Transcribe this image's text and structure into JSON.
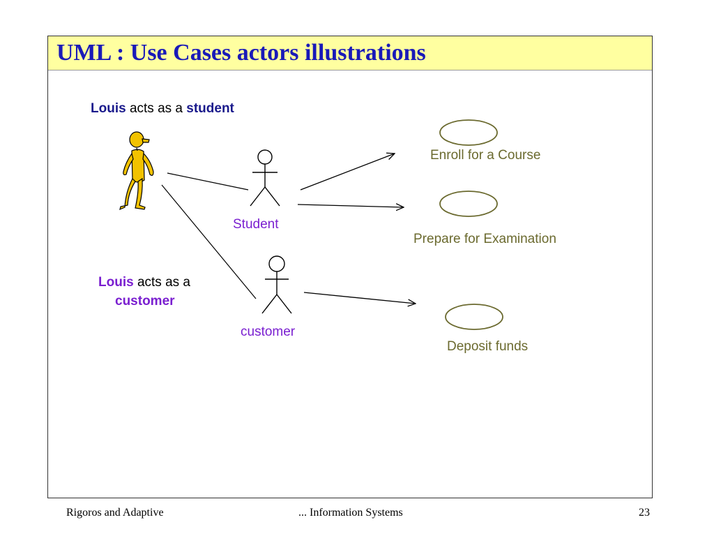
{
  "slide": {
    "title": "UML : Use Cases actors illustrations"
  },
  "captions": {
    "student_caption": {
      "name": "Louis",
      "middle": " acts as a ",
      "role": "student"
    },
    "customer_caption": {
      "name": "Louis",
      "middle": " acts as a",
      "role": "customer"
    }
  },
  "actors": {
    "student_label": "Student",
    "customer_label": "customer"
  },
  "use_cases": {
    "enroll": "Enroll for a Course",
    "prepare": "Prepare for Examination",
    "deposit": "Deposit funds"
  },
  "footer": {
    "left": "Rigoros and Adaptive",
    "center": "... Information Systems",
    "page_number": "23"
  },
  "colors": {
    "title_background": "#ffffa0",
    "title_text": "#1a1ab8",
    "student_role_text": "#1a1a8c",
    "customer_role_text": "#7a1fd0",
    "use_case_text": "#6b6a2f",
    "use_case_ellipse_stroke": "#6b6a2f",
    "louis_figure": "#f2c200"
  }
}
